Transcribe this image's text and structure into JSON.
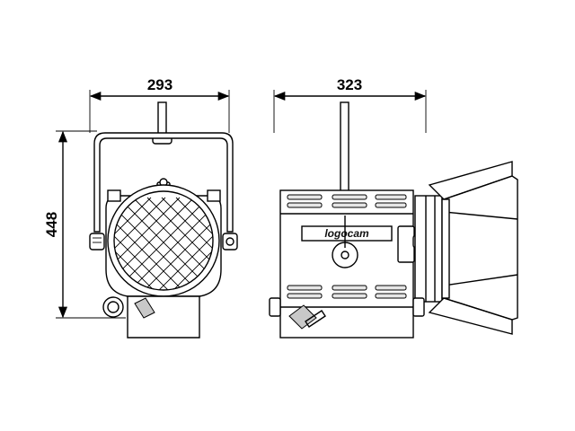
{
  "dimensions": {
    "front_width": "293",
    "side_width": "323",
    "height": "448"
  },
  "brand": {
    "logo_text": "logocam"
  },
  "colors": {
    "line": "#000000",
    "fill_grey": "#c8c8c8",
    "fill_light": "#e6e6e6",
    "background": "#ffffff"
  }
}
